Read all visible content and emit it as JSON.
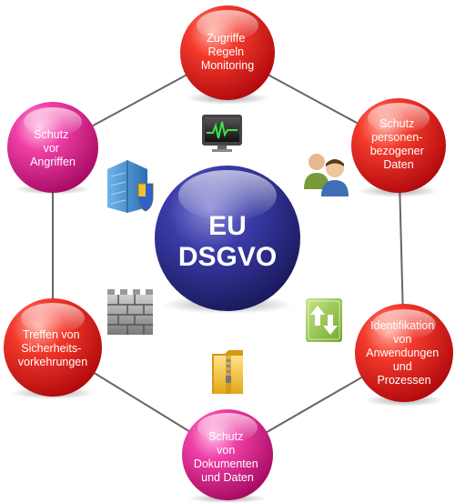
{
  "center": {
    "line1": "EU",
    "line2": "DSGVO"
  },
  "nodes": [
    {
      "id": "top",
      "lines": [
        "Zugriffe",
        "Regeln",
        "Monitoring"
      ]
    },
    {
      "id": "upper-right",
      "lines": [
        "Schutz",
        "personen-",
        "bezogener",
        "Daten"
      ]
    },
    {
      "id": "lower-right",
      "lines": [
        "Identifikation",
        "von",
        "Anwendungen",
        "und",
        "Prozessen"
      ]
    },
    {
      "id": "bottom",
      "lines": [
        "Schutz",
        "von",
        "Dokumenten",
        "und Daten"
      ]
    },
    {
      "id": "lower-left",
      "lines": [
        "Treffen von",
        "Sicherheits-",
        "vorkehrungen"
      ]
    },
    {
      "id": "upper-left",
      "lines": [
        "Schutz",
        "vor",
        "Angriffen"
      ]
    }
  ],
  "icons": [
    "monitor-heartbeat-icon",
    "users-icon",
    "transfer-arrows-icon",
    "zip-folder-icon",
    "firewall-wall-icon",
    "server-shield-icon"
  ],
  "colors": {
    "red_node": "#e8141b",
    "magenta_node": "#e0197f",
    "center_globe": "#2a2a8c",
    "connector": "#666666"
  }
}
